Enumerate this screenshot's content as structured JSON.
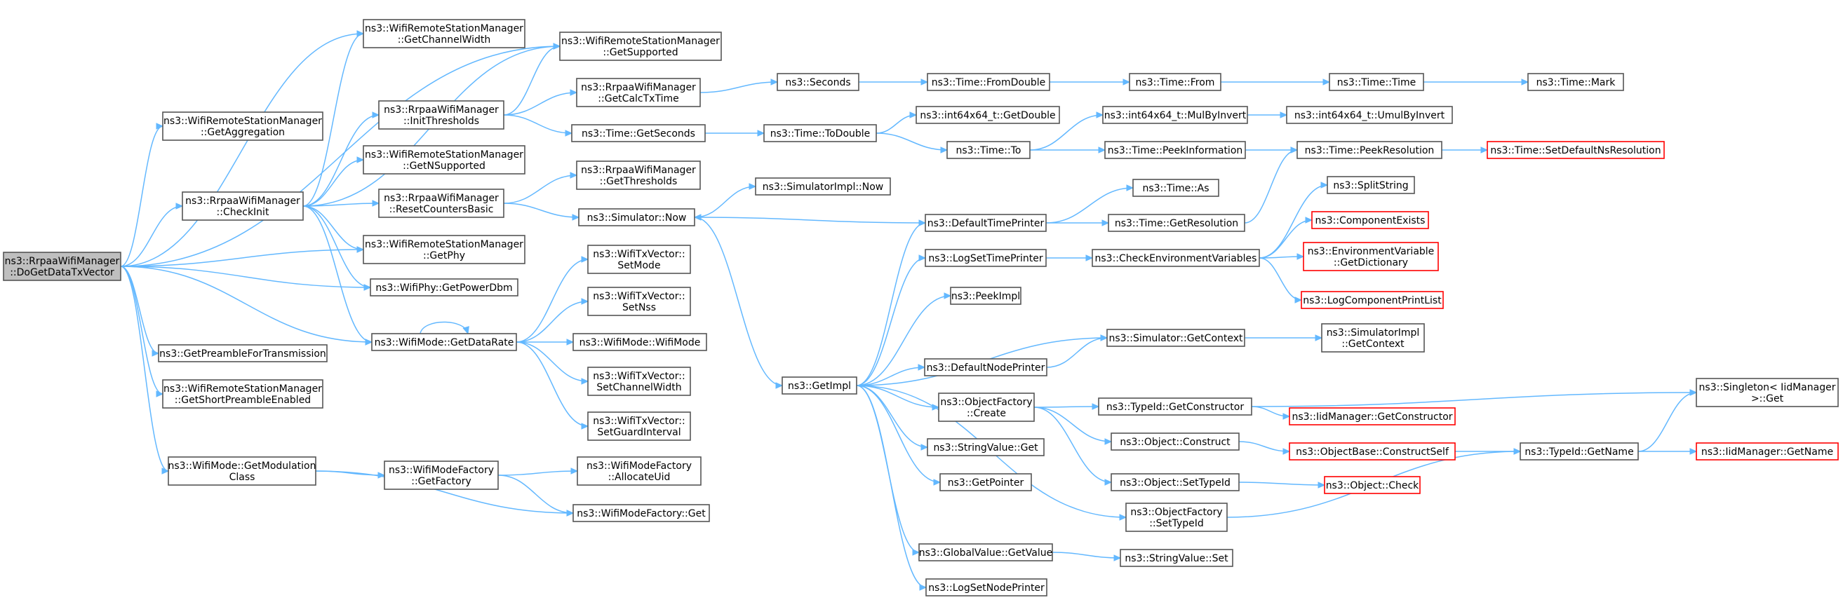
{
  "graph": {
    "nodes": [
      {
        "id": "root",
        "lines": [
          "ns3::RrpaaWifiManager",
          "::DoGetDataTxVector"
        ],
        "style": "root"
      },
      {
        "id": "getChannelWidth",
        "lines": [
          "ns3::WifiRemoteStationManager",
          "::GetChannelWidth"
        ]
      },
      {
        "id": "getSupported",
        "lines": [
          "ns3::WifiRemoteStationManager",
          "::GetSupported"
        ]
      },
      {
        "id": "getAggregation",
        "lines": [
          "ns3::WifiRemoteStationManager",
          "::GetAggregation"
        ]
      },
      {
        "id": "initThresholds",
        "lines": [
          "ns3::RrpaaWifiManager",
          "::InitThresholds"
        ]
      },
      {
        "id": "getNSupported",
        "lines": [
          "ns3::WifiRemoteStationManager",
          "::GetNSupported"
        ]
      },
      {
        "id": "checkInit",
        "lines": [
          "ns3::RrpaaWifiManager",
          "::CheckInit"
        ]
      },
      {
        "id": "resetCounters",
        "lines": [
          "ns3::RrpaaWifiManager",
          "::ResetCountersBasic"
        ]
      },
      {
        "id": "getPhy",
        "lines": [
          "ns3::WifiRemoteStationManager",
          "::GetPhy"
        ]
      },
      {
        "id": "getPowerDbm",
        "lines": [
          "ns3::WifiPhy::GetPowerDbm"
        ]
      },
      {
        "id": "getDataRate",
        "lines": [
          "ns3::WifiMode::GetDataRate"
        ]
      },
      {
        "id": "getPreamble",
        "lines": [
          "ns3::GetPreambleForTransmission"
        ]
      },
      {
        "id": "getShortPreamble",
        "lines": [
          "ns3::WifiRemoteStationManager",
          "::GetShortPreambleEnabled"
        ]
      },
      {
        "id": "getModClass",
        "lines": [
          "ns3::WifiMode::GetModulation",
          "Class"
        ]
      },
      {
        "id": "getCalcTxTime",
        "lines": [
          "ns3::RrpaaWifiManager",
          "::GetCalcTxTime"
        ]
      },
      {
        "id": "timeGetSeconds",
        "lines": [
          "ns3::Time::GetSeconds"
        ]
      },
      {
        "id": "getThresholds",
        "lines": [
          "ns3::RrpaaWifiManager",
          "::GetThresholds"
        ]
      },
      {
        "id": "simNow",
        "lines": [
          "ns3::Simulator::Now"
        ]
      },
      {
        "id": "setMode",
        "lines": [
          "ns3::WifiTxVector::",
          "SetMode"
        ]
      },
      {
        "id": "setNss",
        "lines": [
          "ns3::WifiTxVector::",
          "SetNss"
        ]
      },
      {
        "id": "wifiModeCtor",
        "lines": [
          "ns3::WifiMode::WifiMode"
        ]
      },
      {
        "id": "setChannelWidth",
        "lines": [
          "ns3::WifiTxVector::",
          "SetChannelWidth"
        ]
      },
      {
        "id": "setGuardInterval",
        "lines": [
          "ns3::WifiTxVector::",
          "SetGuardInterval"
        ]
      },
      {
        "id": "getFactory",
        "lines": [
          "ns3::WifiModeFactory",
          "::GetFactory"
        ]
      },
      {
        "id": "allocateUid",
        "lines": [
          "ns3::WifiModeFactory",
          "::AllocateUid"
        ]
      },
      {
        "id": "factoryGet",
        "lines": [
          "ns3::WifiModeFactory::Get"
        ]
      },
      {
        "id": "seconds",
        "lines": [
          "ns3::Seconds"
        ]
      },
      {
        "id": "toDouble",
        "lines": [
          "ns3::Time::ToDouble"
        ]
      },
      {
        "id": "simImplNow",
        "lines": [
          "ns3::SimulatorImpl::Now"
        ]
      },
      {
        "id": "getImpl",
        "lines": [
          "ns3::GetImpl"
        ]
      },
      {
        "id": "fromDouble",
        "lines": [
          "ns3::Time::FromDouble"
        ]
      },
      {
        "id": "int64GetDouble",
        "lines": [
          "ns3::int64x64_t::GetDouble"
        ]
      },
      {
        "id": "timeTo",
        "lines": [
          "ns3::Time::To"
        ]
      },
      {
        "id": "defaultTimePrinter",
        "lines": [
          "ns3::DefaultTimePrinter"
        ]
      },
      {
        "id": "logSetTimePrinter",
        "lines": [
          "ns3::LogSetTimePrinter"
        ]
      },
      {
        "id": "peekImpl",
        "lines": [
          "ns3::PeekImpl"
        ]
      },
      {
        "id": "defaultNodePrinter",
        "lines": [
          "ns3::DefaultNodePrinter"
        ]
      },
      {
        "id": "objFactoryCreate",
        "lines": [
          "ns3::ObjectFactory",
          "::Create"
        ]
      },
      {
        "id": "stringValueGet",
        "lines": [
          "ns3::StringValue::Get"
        ]
      },
      {
        "id": "getPointer",
        "lines": [
          "ns3::GetPointer"
        ]
      },
      {
        "id": "globalValueGet",
        "lines": [
          "ns3::GlobalValue::GetValue"
        ]
      },
      {
        "id": "logSetNodePrinter",
        "lines": [
          "ns3::LogSetNodePrinter"
        ]
      },
      {
        "id": "timeFrom",
        "lines": [
          "ns3::Time::From"
        ]
      },
      {
        "id": "mulByInvert",
        "lines": [
          "ns3::int64x64_t::MulByInvert"
        ]
      },
      {
        "id": "peekInformation",
        "lines": [
          "ns3::Time::PeekInformation"
        ]
      },
      {
        "id": "timeAs",
        "lines": [
          "ns3::Time::As"
        ]
      },
      {
        "id": "getResolution",
        "lines": [
          "ns3::Time::GetResolution"
        ]
      },
      {
        "id": "checkEnv",
        "lines": [
          "ns3::CheckEnvironmentVariables"
        ]
      },
      {
        "id": "simGetContext",
        "lines": [
          "ns3::Simulator::GetContext"
        ]
      },
      {
        "id": "getConstructor",
        "lines": [
          "ns3::TypeId::GetConstructor"
        ]
      },
      {
        "id": "objConstruct",
        "lines": [
          "ns3::Object::Construct"
        ]
      },
      {
        "id": "objSetTypeId",
        "lines": [
          "ns3::Object::SetTypeId"
        ]
      },
      {
        "id": "ofSetTypeId",
        "lines": [
          "ns3::ObjectFactory",
          "::SetTypeId"
        ]
      },
      {
        "id": "stringValueSet",
        "lines": [
          "ns3::StringValue::Set"
        ]
      },
      {
        "id": "timeTime",
        "lines": [
          "ns3::Time::Time"
        ]
      },
      {
        "id": "umulByInvert",
        "lines": [
          "ns3::int64x64_t::UmulByInvert"
        ]
      },
      {
        "id": "peekResolution",
        "lines": [
          "ns3::Time::PeekResolution"
        ]
      },
      {
        "id": "splitString",
        "lines": [
          "ns3::SplitString"
        ]
      },
      {
        "id": "componentExists",
        "lines": [
          "ns3::ComponentExists"
        ],
        "style": "missing"
      },
      {
        "id": "envGetDict",
        "lines": [
          "ns3::EnvironmentVariable",
          "::GetDictionary"
        ],
        "style": "missing"
      },
      {
        "id": "logComponentPrint",
        "lines": [
          "ns3::LogComponentPrintList"
        ],
        "style": "missing"
      },
      {
        "id": "simImplGetContext",
        "lines": [
          "ns3::SimulatorImpl",
          "::GetContext"
        ]
      },
      {
        "id": "iidGetConstructor",
        "lines": [
          "ns3::IidManager::GetConstructor"
        ],
        "style": "missing"
      },
      {
        "id": "constructSelf",
        "lines": [
          "ns3::ObjectBase::ConstructSelf"
        ],
        "style": "missing"
      },
      {
        "id": "objCheck",
        "lines": [
          "ns3::Object::Check"
        ],
        "style": "missing"
      },
      {
        "id": "timeMark",
        "lines": [
          "ns3::Time::Mark"
        ]
      },
      {
        "id": "setDefaultNsRes",
        "lines": [
          "ns3::Time::SetDefaultNsResolution"
        ],
        "style": "missing"
      },
      {
        "id": "typeIdGetName",
        "lines": [
          "ns3::TypeId::GetName"
        ]
      },
      {
        "id": "singletonGet",
        "lines": [
          "ns3::Singleton< IidManager",
          " >::Get"
        ]
      },
      {
        "id": "iidGetName",
        "lines": [
          "ns3::IidManager::GetName"
        ],
        "style": "missing"
      }
    ],
    "edges": [
      [
        "root",
        "getChannelWidth"
      ],
      [
        "root",
        "getSupported"
      ],
      [
        "root",
        "getAggregation"
      ],
      [
        "root",
        "checkInit"
      ],
      [
        "root",
        "getPhy"
      ],
      [
        "root",
        "getPowerDbm"
      ],
      [
        "root",
        "getDataRate"
      ],
      [
        "root",
        "getPreamble"
      ],
      [
        "root",
        "getShortPreamble"
      ],
      [
        "root",
        "getModClass"
      ],
      [
        "checkInit",
        "getChannelWidth"
      ],
      [
        "checkInit",
        "getSupported"
      ],
      [
        "checkInit",
        "initThresholds"
      ],
      [
        "checkInit",
        "getNSupported"
      ],
      [
        "checkInit",
        "resetCounters"
      ],
      [
        "checkInit",
        "getPhy"
      ],
      [
        "checkInit",
        "getPowerDbm"
      ],
      [
        "checkInit",
        "getDataRate"
      ],
      [
        "initThresholds",
        "getSupported"
      ],
      [
        "initThresholds",
        "getCalcTxTime"
      ],
      [
        "initThresholds",
        "timeGetSeconds"
      ],
      [
        "resetCounters",
        "getThresholds"
      ],
      [
        "resetCounters",
        "simNow"
      ],
      [
        "getDataRate",
        "getDataRate"
      ],
      [
        "getDataRate",
        "setMode"
      ],
      [
        "getDataRate",
        "setNss"
      ],
      [
        "getDataRate",
        "wifiModeCtor"
      ],
      [
        "getDataRate",
        "setChannelWidth"
      ],
      [
        "getDataRate",
        "setGuardInterval"
      ],
      [
        "getModClass",
        "getFactory"
      ],
      [
        "getModClass",
        "factoryGet"
      ],
      [
        "getFactory",
        "allocateUid"
      ],
      [
        "getFactory",
        "factoryGet"
      ],
      [
        "getCalcTxTime",
        "seconds"
      ],
      [
        "timeGetSeconds",
        "toDouble"
      ],
      [
        "simNow",
        "simImplNow"
      ],
      [
        "simNow",
        "getImpl"
      ],
      [
        "seconds",
        "fromDouble"
      ],
      [
        "toDouble",
        "int64GetDouble"
      ],
      [
        "toDouble",
        "timeTo"
      ],
      [
        "getImpl",
        "defaultTimePrinter"
      ],
      [
        "getImpl",
        "logSetTimePrinter"
      ],
      [
        "getImpl",
        "peekImpl"
      ],
      [
        "getImpl",
        "defaultNodePrinter"
      ],
      [
        "getImpl",
        "objFactoryCreate"
      ],
      [
        "getImpl",
        "stringValueGet"
      ],
      [
        "getImpl",
        "getPointer"
      ],
      [
        "getImpl",
        "globalValueGet"
      ],
      [
        "getImpl",
        "logSetNodePrinter"
      ],
      [
        "getImpl",
        "simGetContext"
      ],
      [
        "getImpl",
        "ofSetTypeId"
      ],
      [
        "defaultTimePrinter",
        "simNow"
      ],
      [
        "defaultTimePrinter",
        "timeAs"
      ],
      [
        "defaultTimePrinter",
        "getResolution"
      ],
      [
        "logSetTimePrinter",
        "checkEnv"
      ],
      [
        "defaultNodePrinter",
        "simGetContext"
      ],
      [
        "objFactoryCreate",
        "getConstructor"
      ],
      [
        "objFactoryCreate",
        "objConstruct"
      ],
      [
        "objFactoryCreate",
        "objSetTypeId"
      ],
      [
        "globalValueGet",
        "stringValueSet"
      ],
      [
        "ofSetTypeId",
        "typeIdGetName"
      ],
      [
        "fromDouble",
        "timeFrom"
      ],
      [
        "timeFrom",
        "timeTime"
      ],
      [
        "timeTime",
        "timeMark"
      ],
      [
        "timeTo",
        "mulByInvert"
      ],
      [
        "timeTo",
        "peekInformation"
      ],
      [
        "mulByInvert",
        "umulByInvert"
      ],
      [
        "peekInformation",
        "peekResolution"
      ],
      [
        "getResolution",
        "peekResolution"
      ],
      [
        "peekResolution",
        "setDefaultNsRes"
      ],
      [
        "checkEnv",
        "splitString"
      ],
      [
        "checkEnv",
        "componentExists"
      ],
      [
        "checkEnv",
        "envGetDict"
      ],
      [
        "checkEnv",
        "logComponentPrint"
      ],
      [
        "simGetContext",
        "simImplGetContext"
      ],
      [
        "getConstructor",
        "iidGetConstructor"
      ],
      [
        "getConstructor",
        "singletonGet"
      ],
      [
        "objConstruct",
        "constructSelf"
      ],
      [
        "constructSelf",
        "typeIdGetName"
      ],
      [
        "objSetTypeId",
        "objCheck"
      ],
      [
        "typeIdGetName",
        "singletonGet"
      ],
      [
        "typeIdGetName",
        "iidGetName"
      ]
    ]
  }
}
